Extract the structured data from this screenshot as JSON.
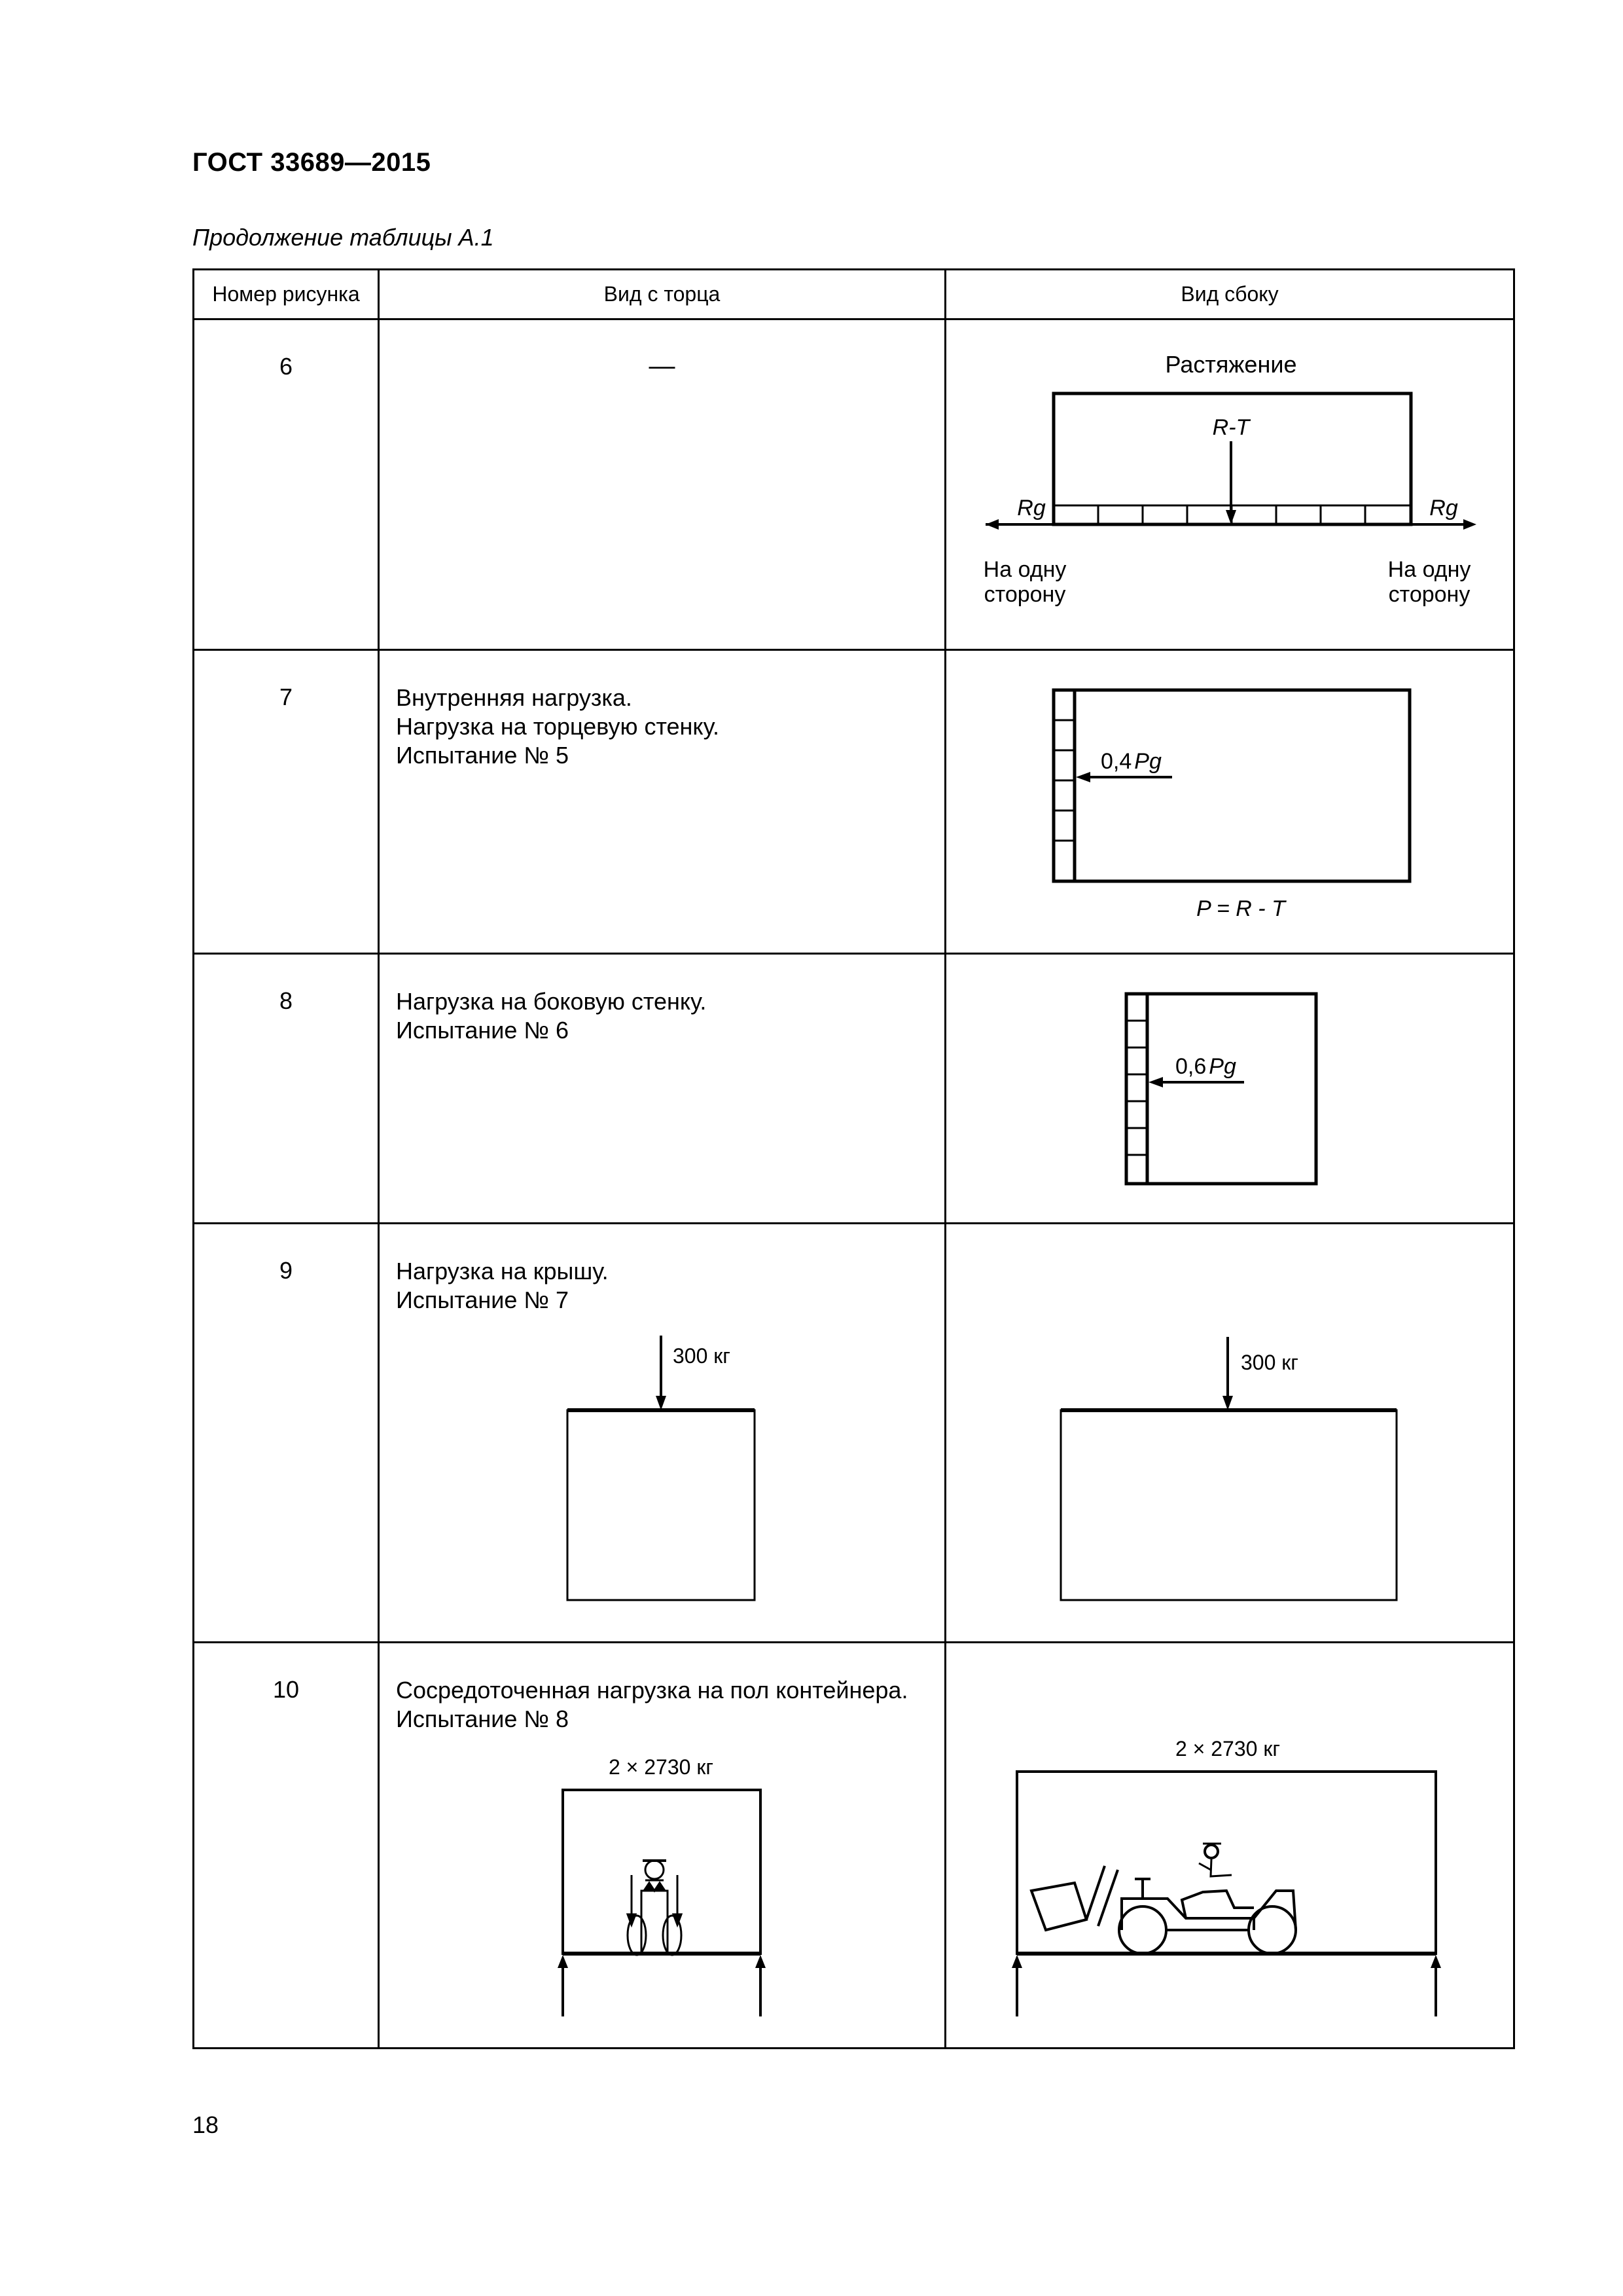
{
  "document": {
    "standard": "ГОСТ 33689—2015",
    "continuation": "Продолжение таблицы А.1",
    "page_number": "18"
  },
  "table": {
    "headers": [
      "Номер рисунка",
      "Вид с торца",
      "Вид сбоку"
    ],
    "rows": [
      {
        "number": "6",
        "end_view_text": "—",
        "side": {
          "title": "Растяжение",
          "center_label": "R-T",
          "left_force": "Rg",
          "right_force": "Rg",
          "left_note_1": "На одну",
          "left_note_2": "сторону",
          "right_note_1": "На одну",
          "right_note_2": "сторону"
        }
      },
      {
        "number": "7",
        "end_view_lines": [
          "Внутренняя нагрузка.",
          "Нагрузка на торцевую стенку.",
          "Испытание № 5"
        ],
        "side": {
          "force_coef": "0,4",
          "force_sym": "Pg",
          "formula": "P = R - T"
        }
      },
      {
        "number": "8",
        "end_view_lines": [
          "Нагрузка на боковую стенку.",
          "Испытание № 6"
        ],
        "side": {
          "force_coef": "0,6",
          "force_sym": "Pg"
        }
      },
      {
        "number": "9",
        "end_view_lines": [
          "Нагрузка на крышу.",
          "Испытание № 7"
        ],
        "end_load": "300 кг",
        "side": {
          "load": "300 кг"
        }
      },
      {
        "number": "10",
        "end_view_lines": [
          "Сосредоточенная нагрузка на пол контейнера.",
          "Испытание № 8"
        ],
        "end_load": "2 × 2730 кг",
        "side": {
          "load": "2 × 2730 кг"
        }
      }
    ]
  }
}
